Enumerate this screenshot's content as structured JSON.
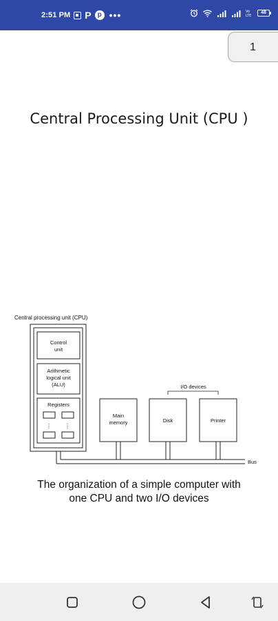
{
  "status_bar": {
    "time": "2:51 PM",
    "p_icon": "P",
    "pinterest_icon": "p",
    "overflow": "•••",
    "battery": "48",
    "icons": [
      "alarm-icon",
      "wifi-icon",
      "signal-icon",
      "signal-icon",
      "volte-icon",
      "battery-icon"
    ]
  },
  "page_indicator": {
    "label": "1"
  },
  "slide": {
    "title": "Central Processing Unit (CPU )",
    "diagram": {
      "cpu_label": "Central processing unit (CPU)",
      "control_unit": [
        "Control",
        "unit"
      ],
      "alu": [
        "Arithmetic",
        "logical unit",
        "(ALU)"
      ],
      "registers": "Registers",
      "main_memory": [
        "Main",
        "memory"
      ],
      "io_label": "I/O devices",
      "disk": "Disk",
      "printer": "Printer",
      "bus": "Bus"
    },
    "caption_line1": "The organization of a simple computer with",
    "caption_line2": "one CPU and two I/O devices"
  },
  "nav_bar": {
    "buttons": [
      "recents-button",
      "home-button",
      "back-button",
      "rotate-button"
    ]
  },
  "colors": {
    "status_bar_bg": "#2f48a7",
    "nav_bar_bg": "#efefef"
  }
}
